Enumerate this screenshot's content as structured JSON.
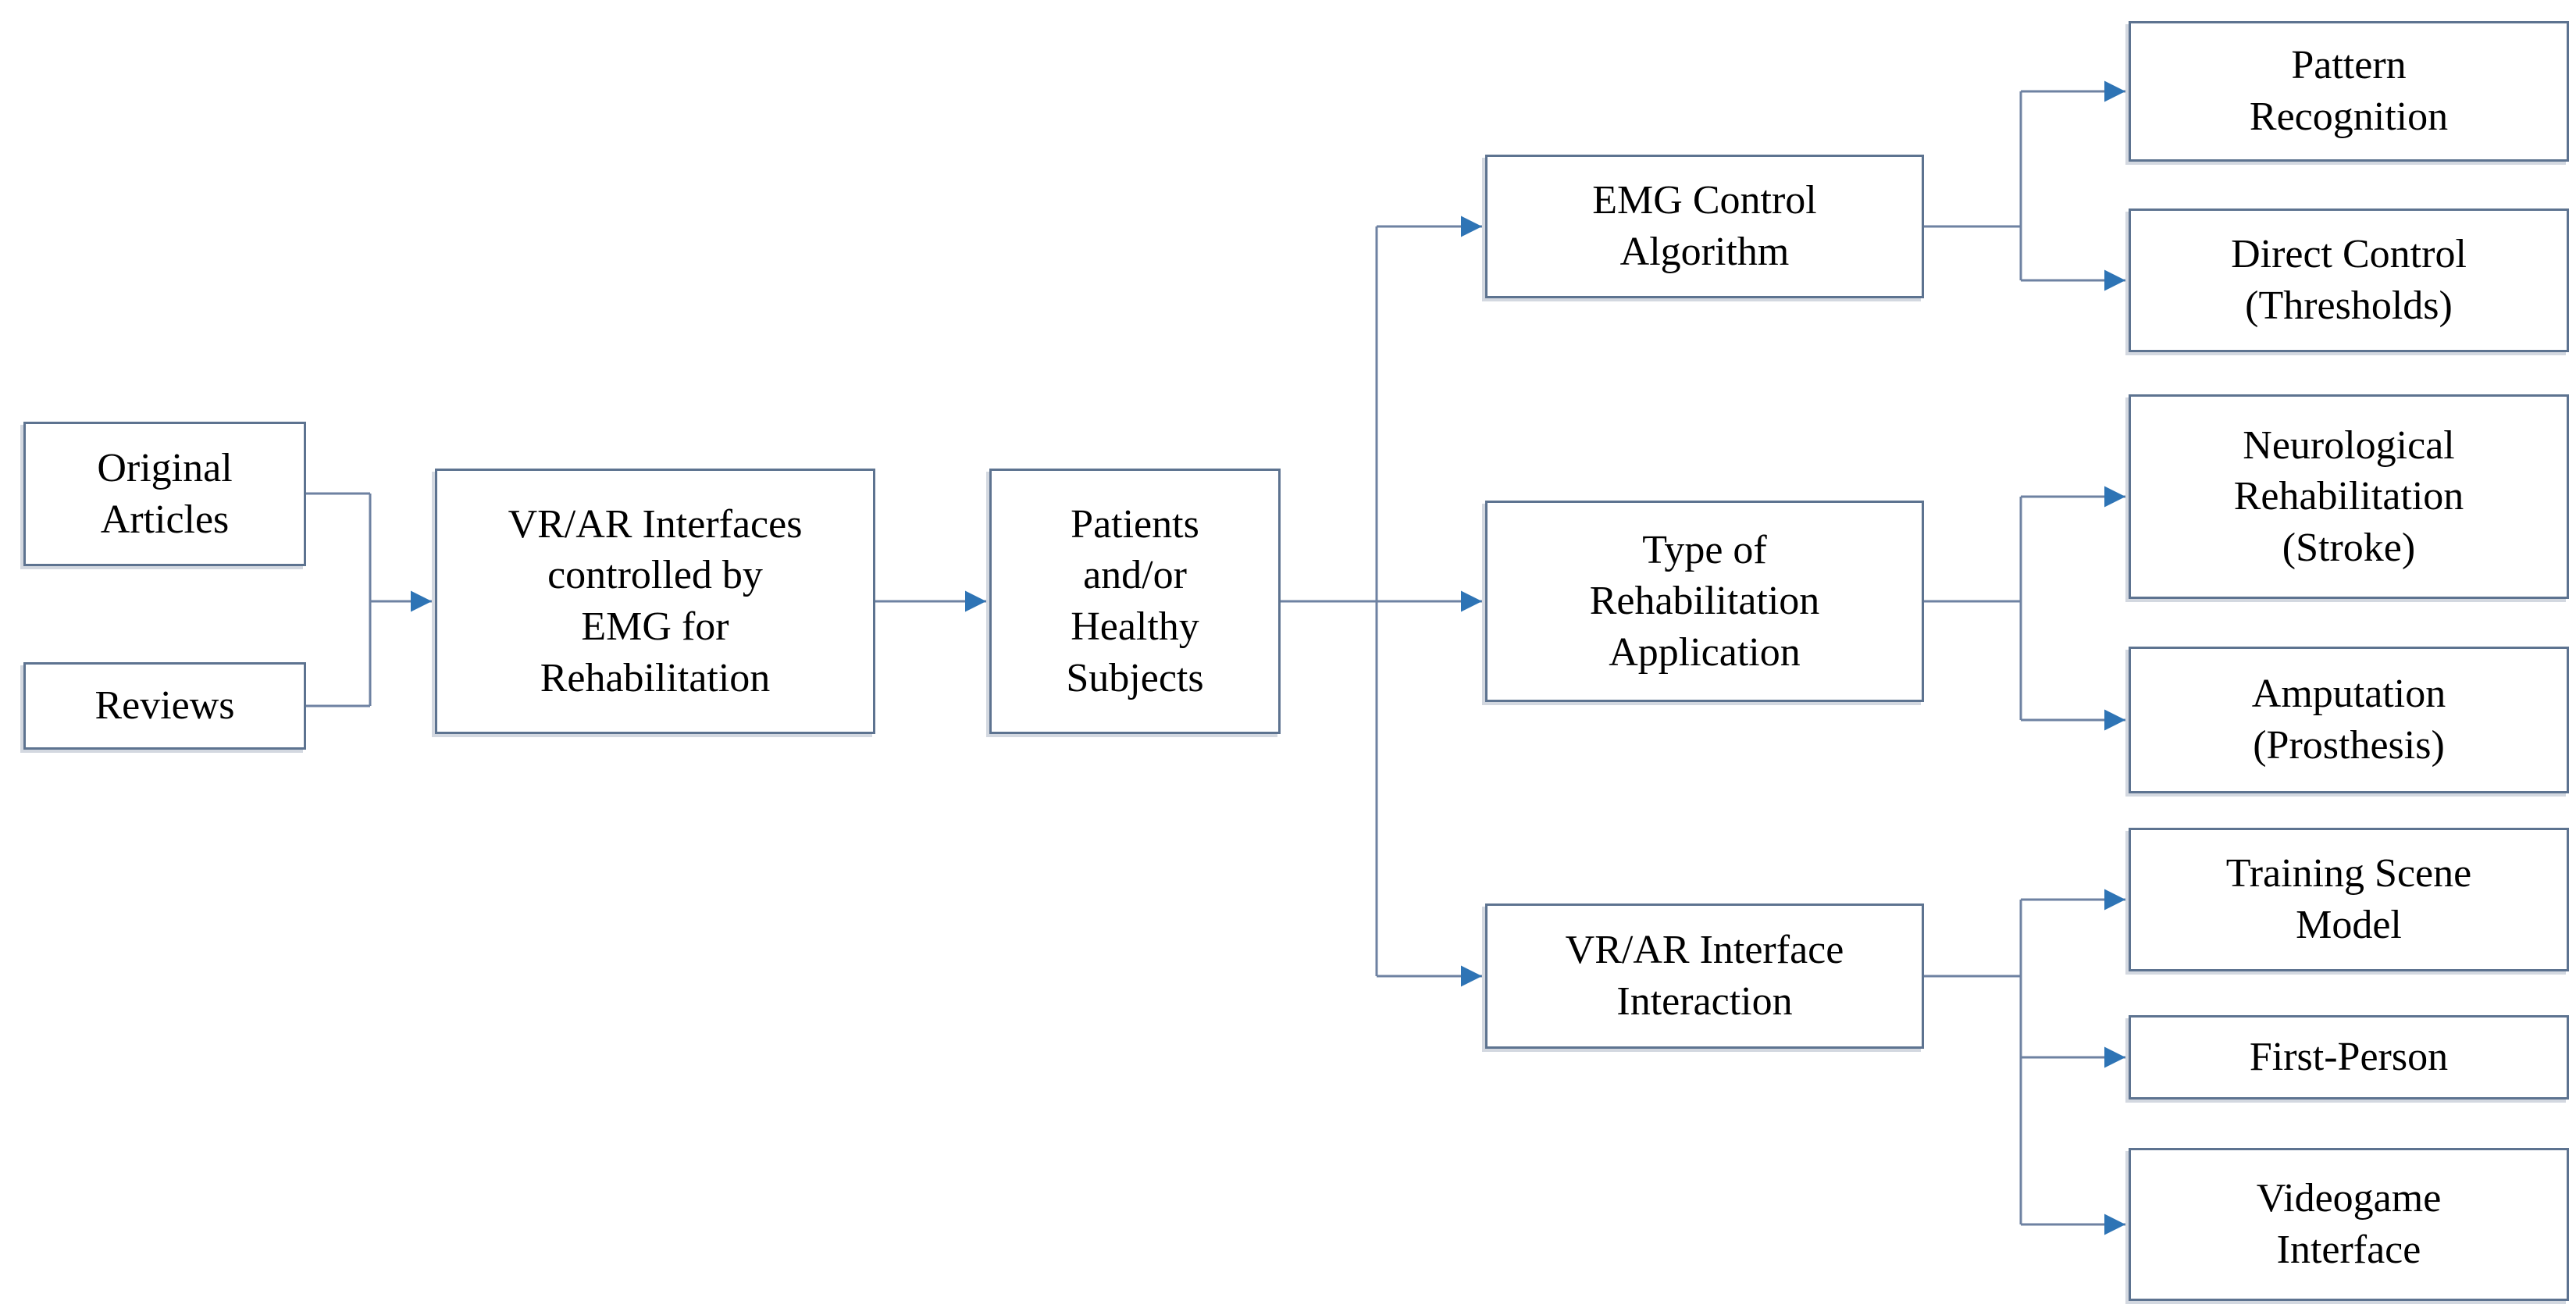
{
  "figure": {
    "type": "flowchart",
    "description": "Screening flow diagram: article types feed into VR/AR interfaces controlled by EMG for rehabilitation, studied on patients and/or healthy subjects, branching into EMG control algorithm, type of rehabilitation application, and VR/AR interface interaction categories.",
    "colors": {
      "background": "#ffffff",
      "box_fill": "#ffffff",
      "box_border": "#5d7390",
      "connector": "#6e82a2",
      "arrow": "#2e74b5",
      "text": "#000000"
    }
  },
  "nodes": {
    "original_articles": {
      "label": "Original\nArticles"
    },
    "reviews": {
      "label": "Reviews"
    },
    "vrar_interfaces": {
      "label": "VR/AR Interfaces\ncontrolled by\nEMG for\nRehabilitation"
    },
    "patients": {
      "label": "Patients\nand/or\nHealthy\nSubjects"
    },
    "emg_control": {
      "label": "EMG Control\nAlgorithm"
    },
    "type_rehab": {
      "label": "Type of\nRehabilitation\nApplication"
    },
    "vrar_interaction": {
      "label": "VR/AR Interface\nInteraction"
    },
    "pattern_recognition": {
      "label": "Pattern\nRecognition"
    },
    "direct_control": {
      "label": "Direct Control\n(Thresholds)"
    },
    "neuro_rehab": {
      "label": "Neurological\nRehabilitation\n(Stroke)"
    },
    "amputation": {
      "label": "Amputation\n(Prosthesis)"
    },
    "training_scene": {
      "label": "Training Scene\nModel"
    },
    "first_person": {
      "label": "First-Person"
    },
    "videogame": {
      "label": "Videogame\nInterface"
    }
  }
}
